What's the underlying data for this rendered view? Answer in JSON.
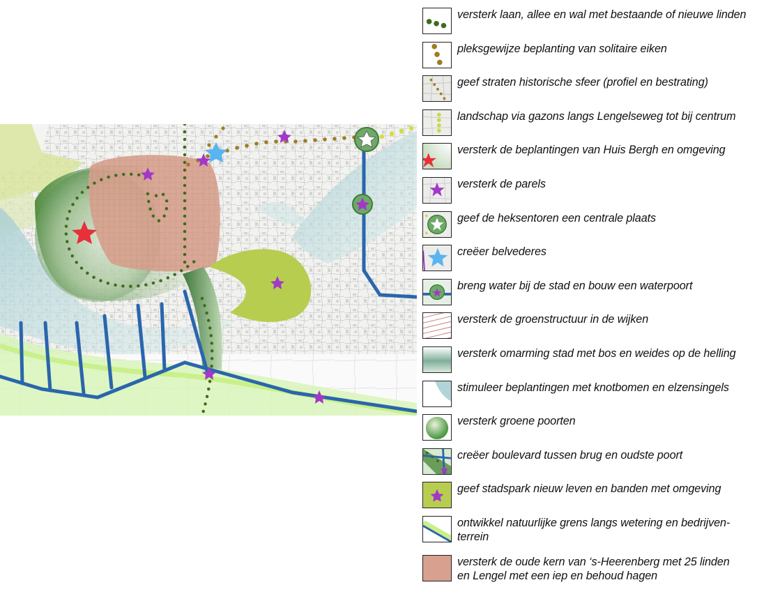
{
  "colors": {
    "lane_dark_green": "#3f6b1f",
    "oak_brown": "#9b7e22",
    "yellow_green": "#c9d94a",
    "star_red": "#e8303a",
    "star_magenta": "#a238c8",
    "star_blue": "#5ab4ef",
    "water_blue": "#2a66ac",
    "core_red": "#d8a08e",
    "park_green": "#b7cd4f",
    "hatch_red": "#c47a7a",
    "light_green_edge": "#c9f08a"
  },
  "map": {
    "icons": [
      "red-star-icon",
      "magenta-star-icon",
      "blue-star-icon",
      "white-star-icon"
    ]
  },
  "legend": {
    "items": [
      {
        "key": "lane",
        "icon": "green-dots-icon",
        "label": "versterk laan, allee en wal met bestaande of nieuwe linden"
      },
      {
        "key": "oaks",
        "icon": "brown-dots-icon",
        "label": "pleksgewijze beplanting van solitaire eiken"
      },
      {
        "key": "streets",
        "icon": "dotted-street-icon",
        "label": "geef straten historische sfeer (profiel en bestrating)"
      },
      {
        "key": "lawns",
        "icon": "yellow-dots-icon",
        "label": "landschap via gazons langs Lengelseweg tot bij centrum"
      },
      {
        "key": "huis_bergh",
        "icon": "red-star-icon",
        "label": "versterk de beplantingen van Huis Bergh en omgeving"
      },
      {
        "key": "parels",
        "icon": "magenta-star-icon",
        "label": "versterk de parels"
      },
      {
        "key": "heksentoren",
        "icon": "white-star-ring-icon",
        "label": "geef de heksentoren een centrale plaats"
      },
      {
        "key": "belvederes",
        "icon": "blue-star-icon",
        "label": "creëer belvederes"
      },
      {
        "key": "waterpoort",
        "icon": "water-gate-icon",
        "label": "breng water bij de stad en bouw een waterpoort"
      },
      {
        "key": "groenstructuur",
        "icon": "hatch-icon",
        "label": "versterk de groenstructuur in de wijken"
      },
      {
        "key": "omarming",
        "icon": "green-band-icon",
        "label": "versterk omarming stad met bos en weides op de helling"
      },
      {
        "key": "knotbomen",
        "icon": "light-blue-band-icon",
        "label": "stimuleer beplantingen met knotbomen en elzensingels"
      },
      {
        "key": "groene_poorten",
        "icon": "green-circle-icon",
        "label": "versterk groene poorten"
      },
      {
        "key": "boulevard",
        "icon": "boulevard-icon",
        "label": "creëer boulevard tussen brug en oudste poort"
      },
      {
        "key": "stadspark",
        "icon": "park-star-icon",
        "label": "geef stadspark nieuw leven en banden met omgeving"
      },
      {
        "key": "wetering",
        "icon": "stream-line-icon",
        "label": "ontwikkel natuurlijke grens langs wetering en bedrijven-\nterrein"
      },
      {
        "key": "oude_kern",
        "icon": "red-block-icon",
        "label": "versterk de oude kern van ‘s-Heerenberg met 25 linden\nen Lengel met een iep en behoud hagen"
      }
    ]
  }
}
